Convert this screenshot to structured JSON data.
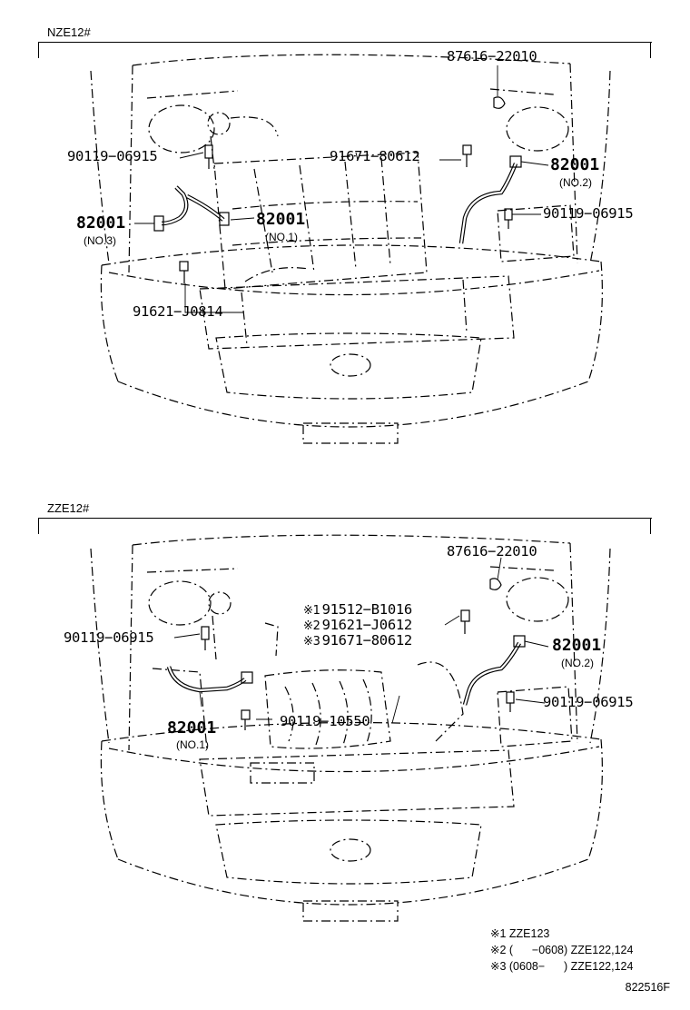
{
  "diagrams": [
    {
      "model": "NZE12#",
      "labels": {
        "p87616": "87616−22010",
        "p90119a": "90119−06915",
        "p91671": "91671−80612",
        "p82001_no2": "82001",
        "no2": "(NO.2)",
        "p90119b": "90119−06915",
        "p82001_no3": "82001",
        "no3": "(NO.3)",
        "p82001_no1": "82001",
        "no1": "(NO.1)",
        "p91621": "91621−J0814"
      }
    },
    {
      "model": "ZZE12#",
      "labels": {
        "p87616": "87616−22010",
        "alt1_mark": "※1",
        "alt1": "91512−B1016",
        "alt2_mark": "※2",
        "alt2": "91621−J0612",
        "alt3_mark": "※3",
        "alt3": "91671−80612",
        "p90119a": "90119−06915",
        "p82001_no2": "82001",
        "no2": "(NO.2)",
        "p90119b": "90119−06915",
        "p82001_no1": "82001",
        "no1": "(NO.1)",
        "p90119c": "90119−10550"
      }
    }
  ],
  "notes": [
    "※1 ZZE123",
    "※2 (      −0608) ZZE122,124",
    "※3 (0608−      ) ZZE122,124"
  ],
  "figure_code": "822516F"
}
